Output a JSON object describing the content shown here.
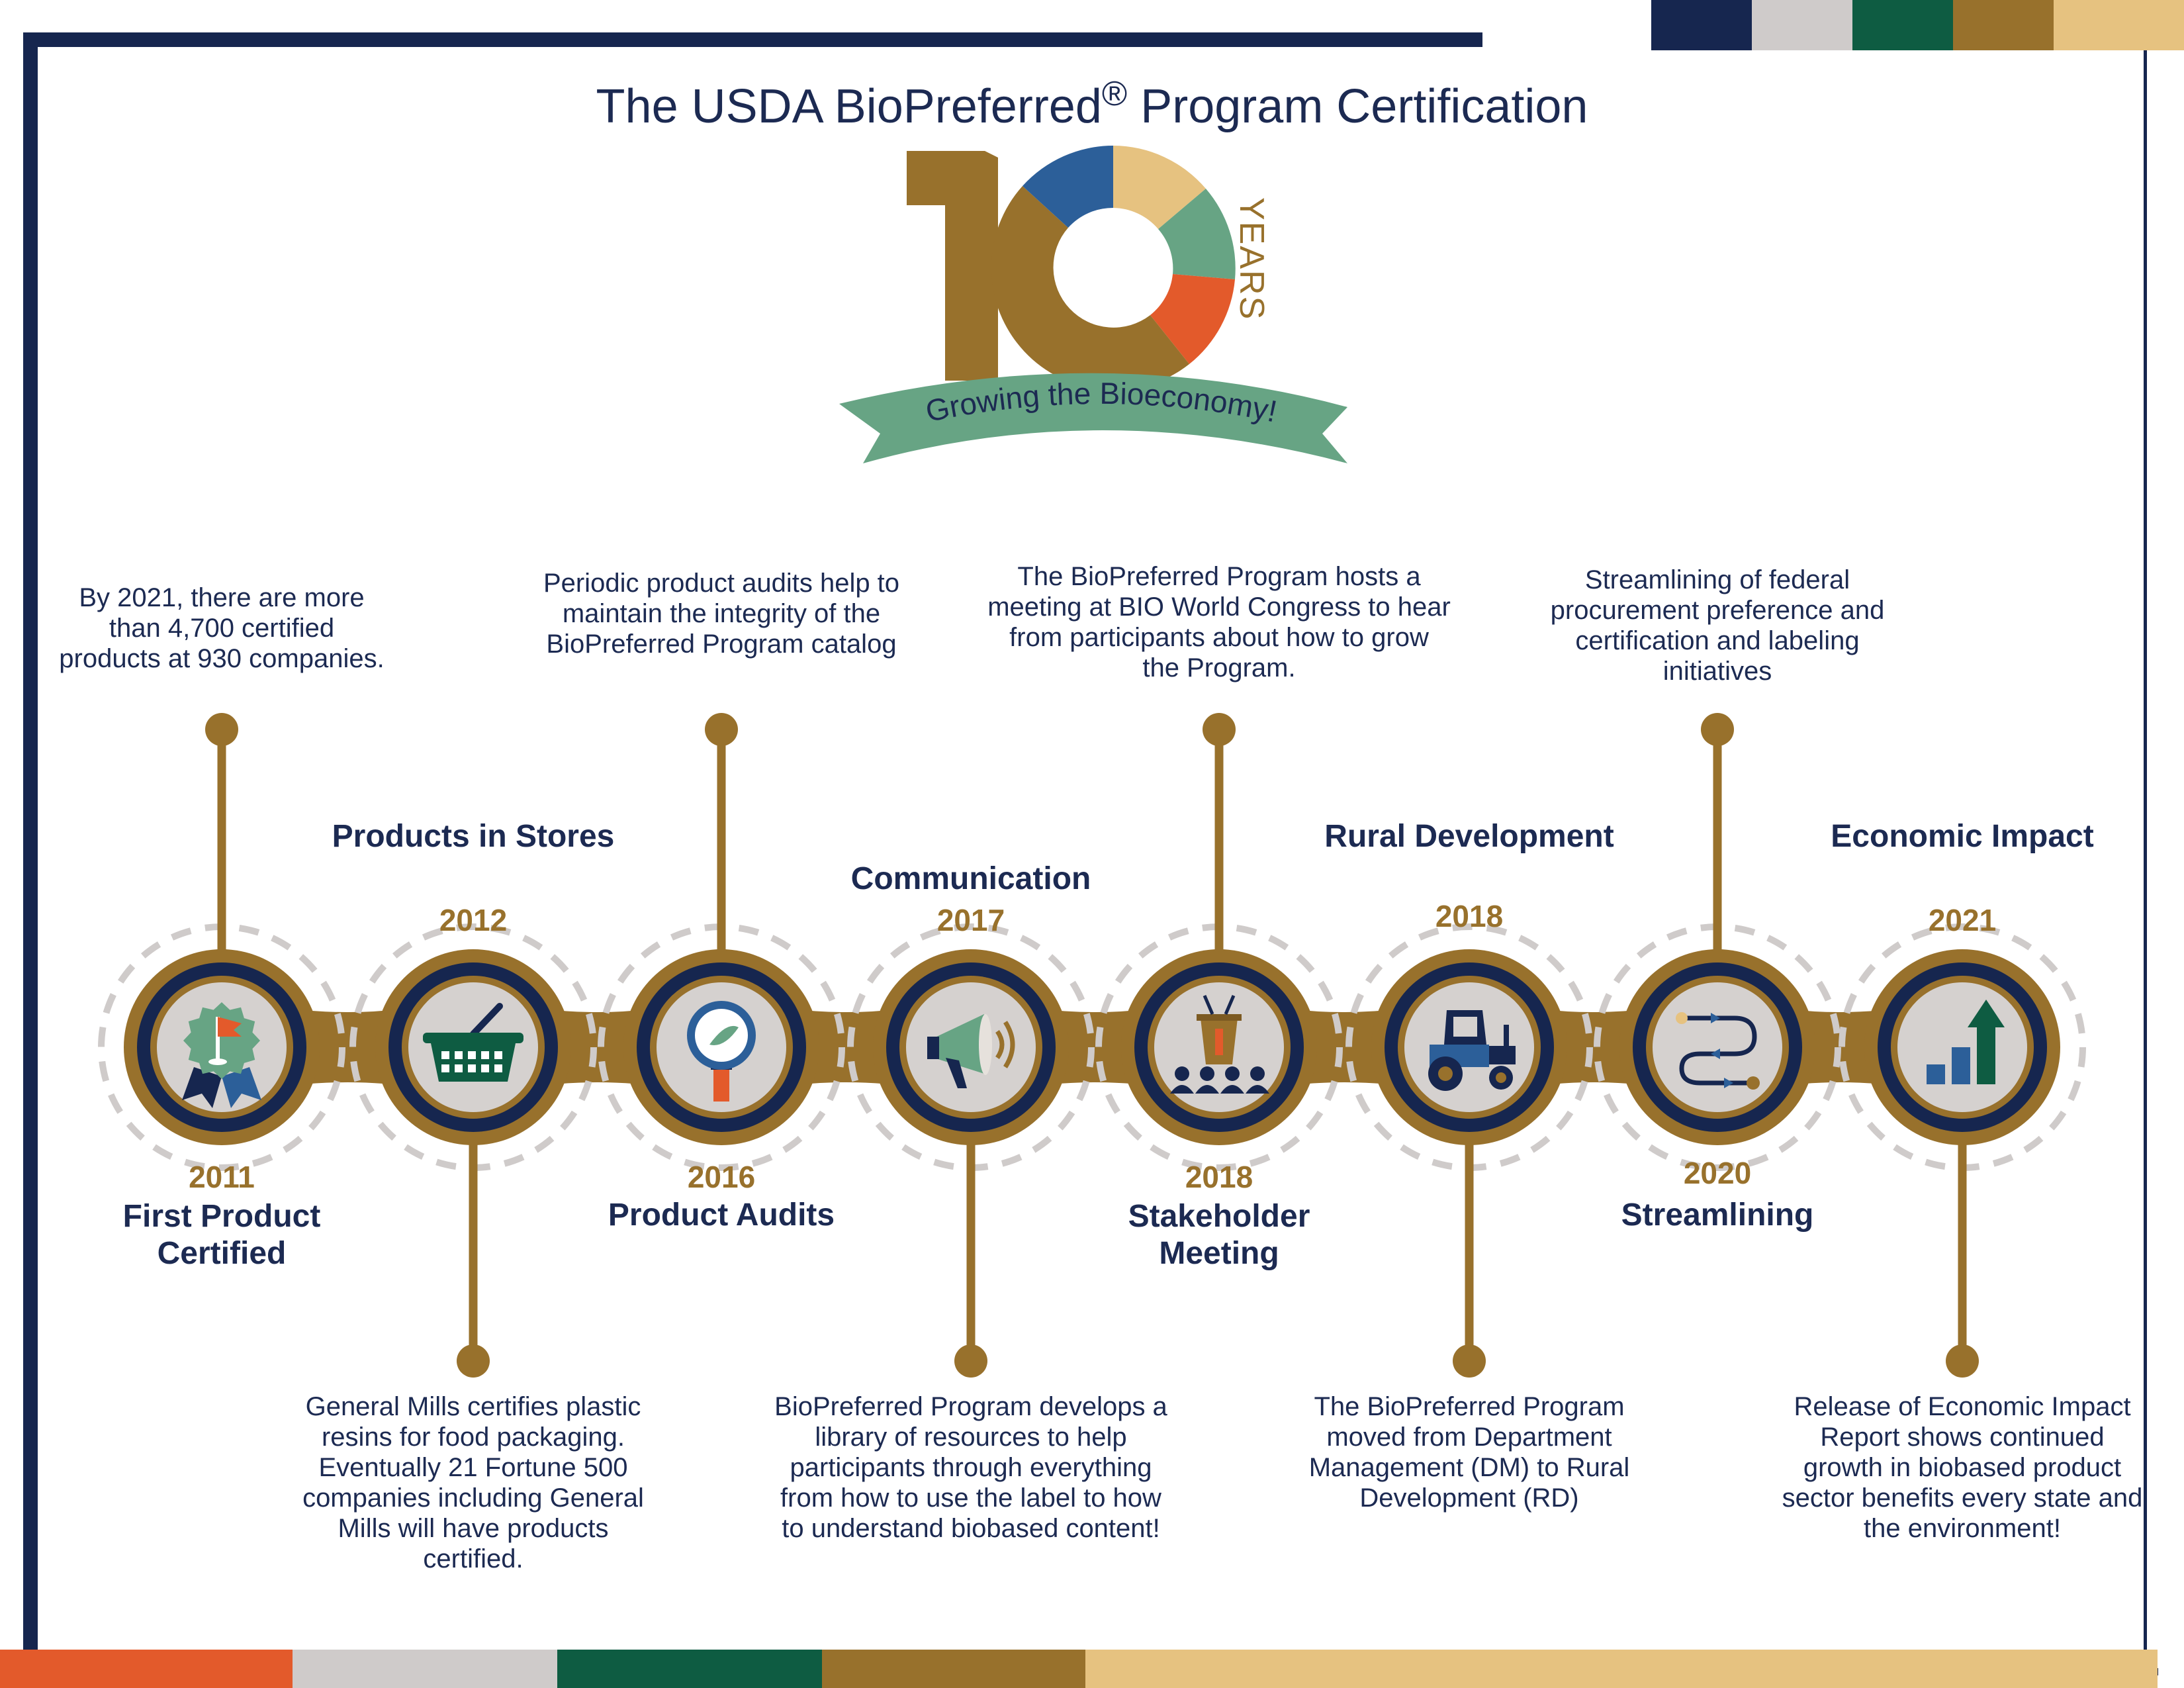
{
  "title": {
    "main": "The USDA BioPreferred",
    "reg_mark": "®",
    "suffix": " Program Certification"
  },
  "logo": {
    "number": "10",
    "years": "YEARS",
    "ribbon": "Growing the Bioeconomy!"
  },
  "colors": {
    "navy": "#16264f",
    "gold": "#98712c",
    "sand": "#e6c280",
    "green": "#0e5c42",
    "sage": "#67a484",
    "orange": "#e35a2b",
    "blue": "#2c5f99",
    "gray": "#cfcbca"
  },
  "milestones": [
    {
      "title": "First Product Certified",
      "year": "2011",
      "icon": "award-ribbon-icon",
      "description": "By 2021, there are more than 4,700 certified products at 930 companies."
    },
    {
      "title": "Products in Stores",
      "year": "2012",
      "icon": "shopping-basket-icon",
      "description": "General Mills certifies plastic resins for food packaging. Eventually 21 Fortune 500 companies including General Mills will have products certified."
    },
    {
      "title": "Product Audits",
      "year": "2016",
      "icon": "magnifying-glass-icon",
      "description": "Periodic product audits help to maintain the integrity of the BioPreferred Program catalog"
    },
    {
      "title": "Communication",
      "year": "2017",
      "icon": "megaphone-icon",
      "description": "BioPreferred Program develops a library of resources to help participants through everything from how to use the label to how to understand biobased content!"
    },
    {
      "title": "Stakeholder Meeting",
      "year": "2018",
      "icon": "podium-audience-icon",
      "description": "The BioPreferred Program hosts a meeting at BIO World Congress to hear from participants about how to grow the Program."
    },
    {
      "title": "Rural Development",
      "year": "2018",
      "icon": "tractor-icon",
      "description": "The BioPreferred Program moved from Department Management (DM) to Rural Development (RD)"
    },
    {
      "title": "Streamlining",
      "year": "2020",
      "icon": "winding-path-icon",
      "description": "Streamlining of federal procurement preference and certification and labeling initiatives"
    },
    {
      "title": "Economic Impact",
      "year": "2021",
      "icon": "growth-chart-icon",
      "description": "Release of Economic Impact Report shows continued growth in biobased product sector benefits every state and the environment!"
    }
  ]
}
